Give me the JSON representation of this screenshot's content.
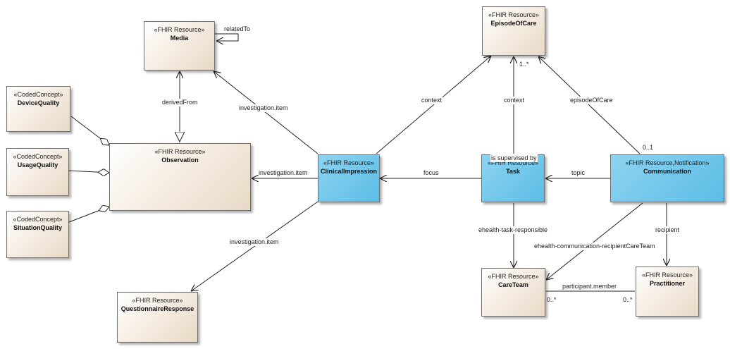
{
  "nodes": {
    "media": {
      "stereotype": "«FHIR Resource»",
      "name": "Media"
    },
    "observation": {
      "stereotype": "«FHIR Resource»",
      "name": "Observation"
    },
    "device_quality": {
      "stereotype": "«CodedConcept»",
      "name": "DeviceQuality"
    },
    "usage_quality": {
      "stereotype": "«CodedConcept»",
      "name": "UsageQuality"
    },
    "situation_quality": {
      "stereotype": "«CodedConcept»",
      "name": "SituationQuality"
    },
    "questionnaire_response": {
      "stereotype": "«FHIR Resource»",
      "name": "QuestionnaireResponse"
    },
    "clinical_impression": {
      "stereotype": "«FHIR Resource»",
      "name": "ClinicalImpression"
    },
    "episode_of_care": {
      "stereotype": "«FHIR Resource»",
      "name": "EpisodeOfCare"
    },
    "task": {
      "stereotype": "«FHIR Resource»",
      "name": "Task"
    },
    "communication": {
      "stereotype": "«FHIR Resource,Notification»",
      "name": "Communication"
    },
    "care_team": {
      "stereotype": "«FHIR Resource»",
      "name": "CareTeam"
    },
    "practitioner": {
      "stereotype": "«FHIR Resource»",
      "name": "Practitioner"
    }
  },
  "labels": {
    "related_to": "relatedTo",
    "derived_from": "derivedFrom",
    "inv_item_media": "investigation.item",
    "inv_item_observation": "investigation.item",
    "inv_item_questionnaire": "investigation.item",
    "context_clinical": "context",
    "context_task": "context",
    "episode_of_care": "episodeOfCare",
    "mult_one_many": "1..*",
    "mult_zero_one": "0..1",
    "focus": "focus",
    "topic": "topic",
    "is_supervised_by": "is supervised by",
    "ehealth_task_responsible": "ehealth-task-responsible",
    "ehealth_comm_recipient_careteam": "ehealth-communication-recipientCareTeam",
    "recipient": "recipient",
    "participant_member": "participant.member",
    "mult_careteam": "0..*",
    "mult_practitioner": "0..*"
  }
}
